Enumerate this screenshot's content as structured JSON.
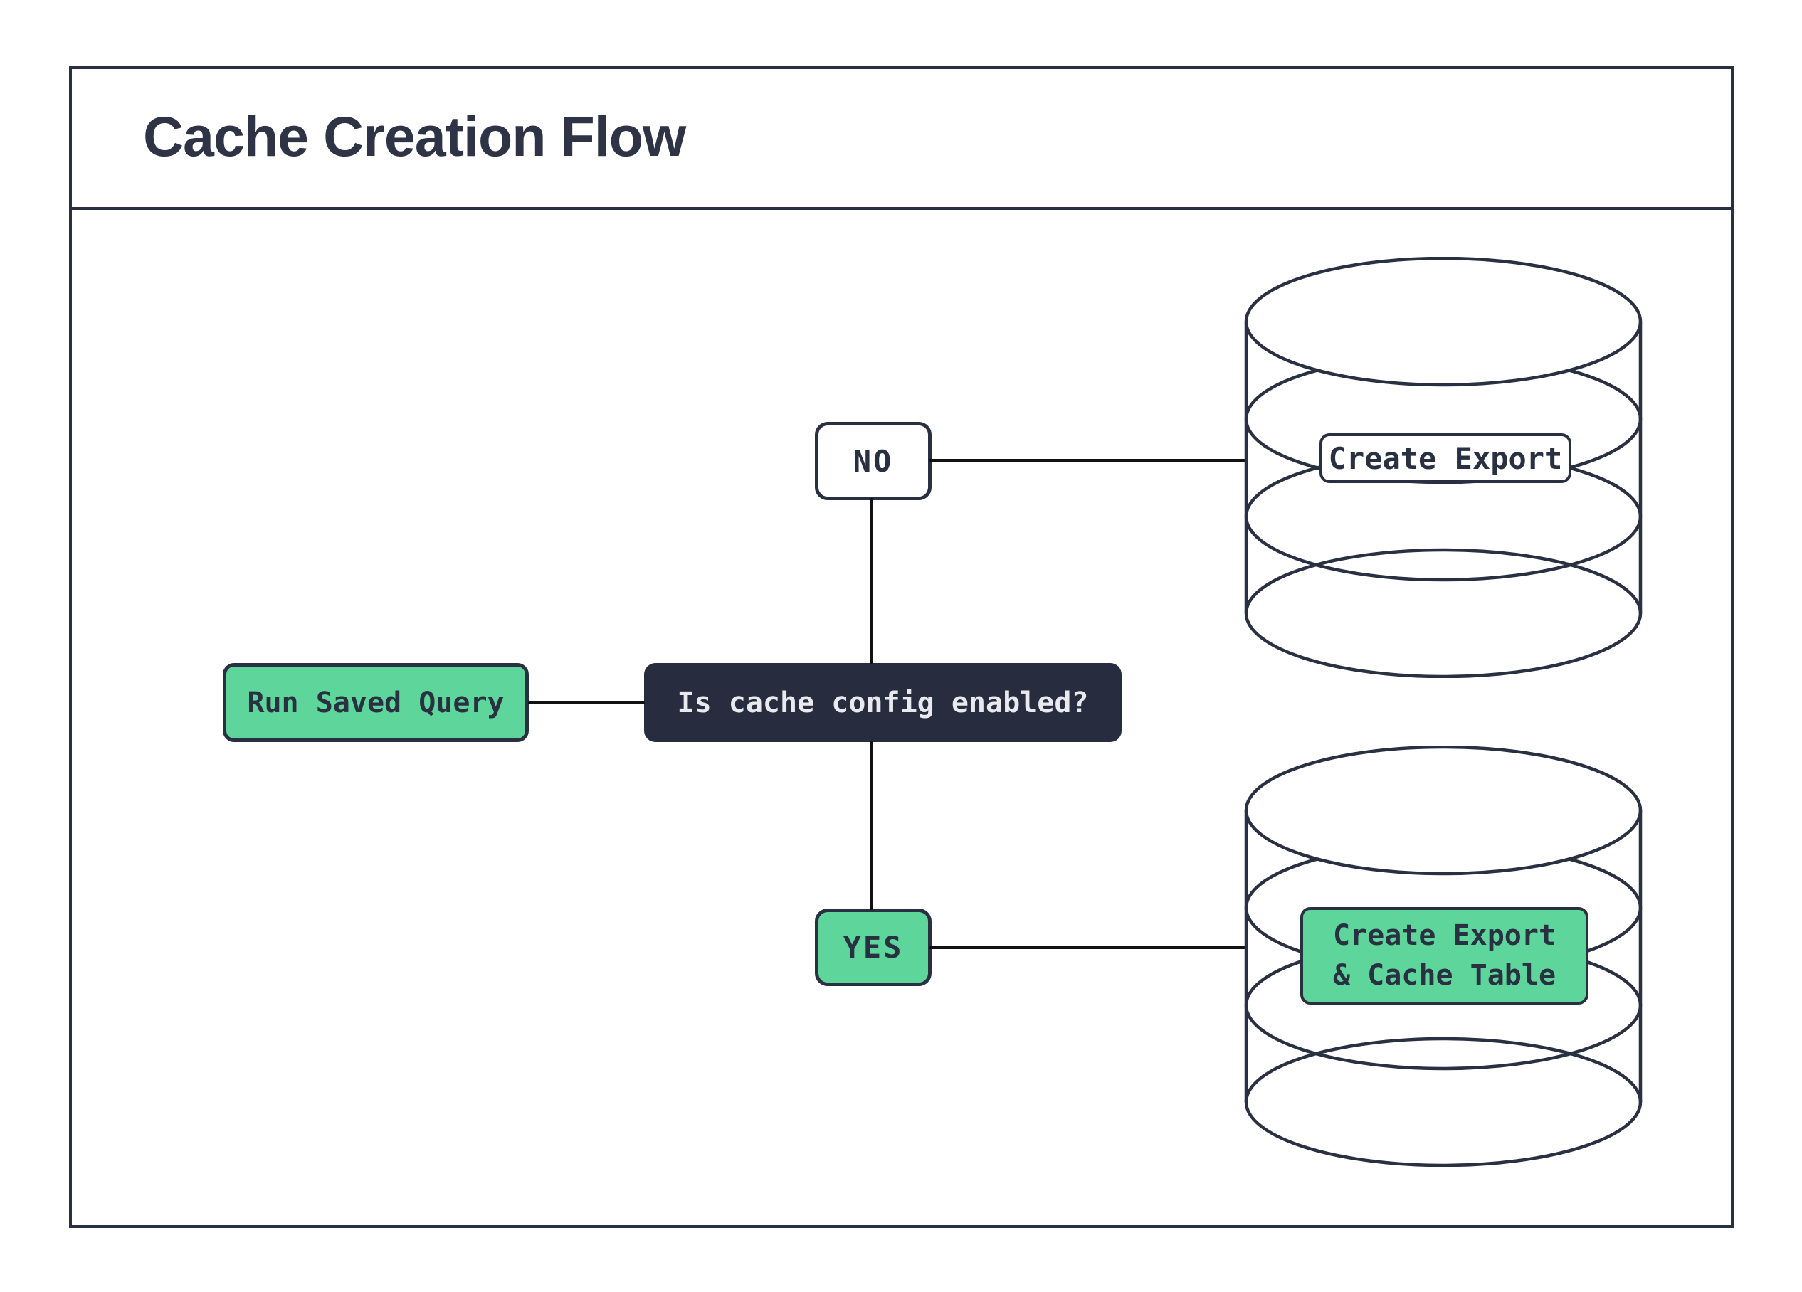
{
  "title": "Cache Creation Flow",
  "colors": {
    "navy": "#293042",
    "green": "#5ED69B",
    "line": "#121212",
    "decision_bg": "#272D3E",
    "decision_text": "#E9EAEE",
    "white": "#FFFFFF"
  },
  "nodes": {
    "start": {
      "label": "Run Saved Query"
    },
    "decision": {
      "label": "Is cache config enabled?"
    },
    "branch_no": {
      "label": "NO"
    },
    "branch_yes": {
      "label": "YES"
    },
    "db_no": {
      "label": "Create Export"
    },
    "db_yes": {
      "label_line1": "Create Export",
      "label_line2": "& Cache Table"
    }
  }
}
